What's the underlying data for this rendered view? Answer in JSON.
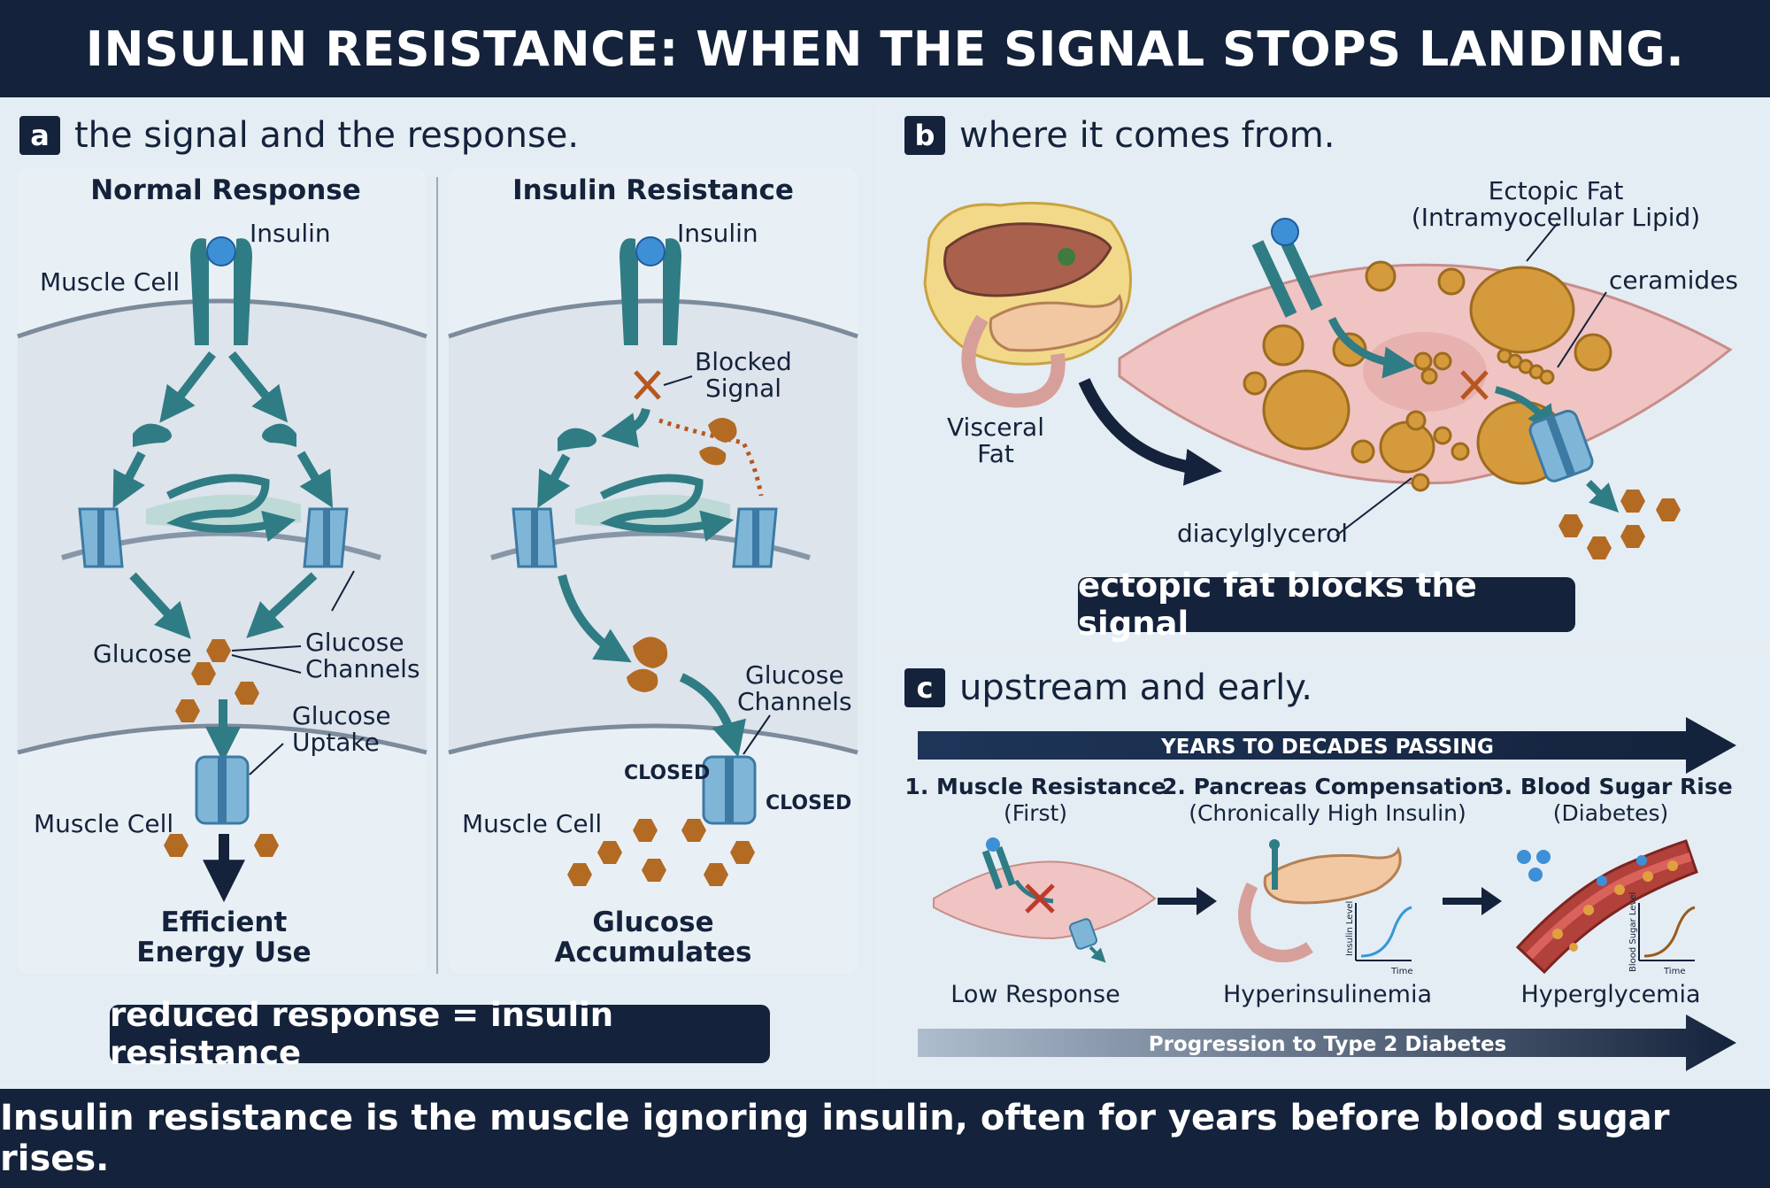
{
  "header": {
    "title": "INSULIN RESISTANCE: WHEN THE SIGNAL STOPS LANDING."
  },
  "panel_a": {
    "badge": "a",
    "title": "the signal and the response.",
    "normal": {
      "heading": "Normal Response",
      "insulin_label": "Insulin",
      "muscle_cell_top": "Muscle Cell",
      "glucose_label": "Glucose",
      "channels_label_1": "Glucose",
      "channels_label_2": "Channels",
      "uptake_label_1": "Glucose",
      "uptake_label_2": "Uptake",
      "muscle_cell_bottom": "Muscle Cell",
      "outcome_1": "Efficient",
      "outcome_2": "Energy Use"
    },
    "resistance": {
      "heading": "Insulin Resistance",
      "insulin_label": "Insulin",
      "blocked_1": "Blocked",
      "blocked_2": "Signal",
      "channels_label_1": "Glucose",
      "channels_label_2": "Channels",
      "closed_left": "CLOSED",
      "closed_right": "CLOSED",
      "muscle_cell": "Muscle Cell",
      "outcome_1": "Glucose",
      "outcome_2": "Accumulates"
    },
    "summary": "reduced response = insulin resistance"
  },
  "panel_b": {
    "badge": "b",
    "title": "where it comes from.",
    "visceral_1": "Visceral",
    "visceral_2": "Fat",
    "ectopic_1": "Ectopic Fat",
    "ectopic_2": "(Intramyocellular Lipid)",
    "ceramides": "ceramides",
    "diacylglycerol": "diacylglycerol",
    "summary": "ectopic fat blocks the signal"
  },
  "panel_c": {
    "badge": "c",
    "title": "upstream and early.",
    "timeline_label": "YEARS TO DECADES PASSING",
    "stages": [
      {
        "title": "1. Muscle Resistance",
        "subtitle": "(First)",
        "caption": "Low Response"
      },
      {
        "title": "2. Pancreas Compensation",
        "subtitle": "(Chronically High Insulin)",
        "caption": "Hyperinsulinemia",
        "y_axis": "Insulin Level",
        "x_axis": "Time"
      },
      {
        "title": "3. Blood Sugar Rise",
        "subtitle": "(Diabetes)",
        "caption": "Hyperglycemia",
        "y_axis": "Blood Sugar Level",
        "x_axis": "Time"
      }
    ],
    "progression_label": "Progression to Type 2 Diabetes"
  },
  "footer": {
    "text": "Insulin resistance is the muscle ignoring insulin, often for years before blood sugar rises."
  },
  "colors": {
    "navy": "#14223b",
    "teal": "#2f7c84",
    "channel_blue": "#7fb6d8",
    "glucose_brown": "#b36a22",
    "fat_gold": "#d49a3c",
    "muscle_pink": "#efc4c2",
    "x_mark": "#c0392b"
  }
}
